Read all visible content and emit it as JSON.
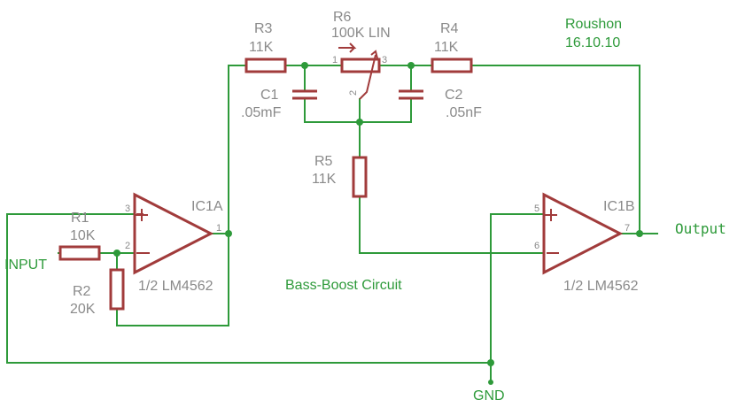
{
  "title": "Bass-Boost Circuit",
  "author": "Roushon",
  "date": "16.10.10",
  "nets": {
    "input": "INPUT",
    "output": "Output",
    "ground": "GND"
  },
  "components": {
    "r1": {
      "name": "R1",
      "value": "10K"
    },
    "r2": {
      "name": "R2",
      "value": "20K"
    },
    "r3": {
      "name": "R3",
      "value": "11K"
    },
    "r4": {
      "name": "R4",
      "value": "11K"
    },
    "r5": {
      "name": "R5",
      "value": "11K"
    },
    "r6": {
      "name": "R6",
      "value": "100K LIN",
      "pins": [
        "1",
        "2",
        "3"
      ]
    },
    "c1": {
      "name": "C1",
      "value": ".05mF"
    },
    "c2": {
      "name": "C2",
      "value": ".05nF"
    },
    "ic1a": {
      "name": "IC1A",
      "part": "1/2 LM4562",
      "pins": [
        "3",
        "2",
        "1"
      ]
    },
    "ic1b": {
      "name": "IC1B",
      "part": "1/2 LM4562",
      "pins": [
        "5",
        "6",
        "7"
      ]
    }
  },
  "colors": {
    "wire": "#2e9a3a",
    "component": "#a13b3b",
    "label": "#8a8a8a",
    "background": "#ffffff"
  }
}
